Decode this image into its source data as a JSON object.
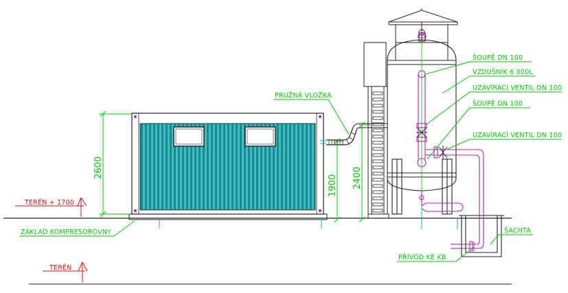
{
  "colors": {
    "annotation": "#00c800",
    "terrain": "#d81010",
    "steel": "#222222",
    "container_body": "#0f8f8f",
    "container_rib": "#4ab8c4",
    "pipe": "#b020b0",
    "cyan": "#00b0c8"
  },
  "labels": {
    "soupe_top": "ŠOUPĚ DN 100",
    "vzdusnik": "VZDUŠNÍK 6 000L",
    "uzaviraci_1": "UZAVÍRACÍ VENTIL DN 100",
    "soupe_2": "ŠOUPĚ DN 100",
    "uzaviraci_2": "UZAVÍRACÍ VENTIL DN 100",
    "pruzna": "PRUŽNÁ VLOŽKA",
    "sachta": "ŠACHTA",
    "privod": "PŘÍVOD KE KB",
    "zaklad": "ZÁKLAD KOMPRESOROVNY",
    "teren_plus": "TERÉN + 1700",
    "teren": "TERÉN"
  },
  "dimensions": {
    "container_height": "2600",
    "pipe_height": "1900",
    "tank_inlet_height": "2400"
  }
}
